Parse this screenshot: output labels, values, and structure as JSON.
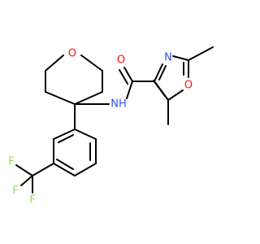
{
  "molecule": {
    "atoms": [
      {
        "id": "O_pyran",
        "symbol": "O",
        "color": "#ff0d0d"
      },
      {
        "id": "O_carbonyl",
        "symbol": "O",
        "color": "#ff0d0d"
      },
      {
        "id": "N_oxazole",
        "symbol": "N",
        "color": "#3050f8"
      },
      {
        "id": "O_oxazole",
        "symbol": "O",
        "color": "#ff0d0d"
      },
      {
        "id": "NH_amide",
        "symbol": "NH",
        "color": "#3050f8"
      },
      {
        "id": "F1",
        "symbol": "F",
        "color": "#90e050"
      },
      {
        "id": "F2",
        "symbol": "F",
        "color": "#90e050"
      },
      {
        "id": "F3",
        "symbol": "F",
        "color": "#90e050"
      }
    ],
    "bond_color": "#000000"
  }
}
